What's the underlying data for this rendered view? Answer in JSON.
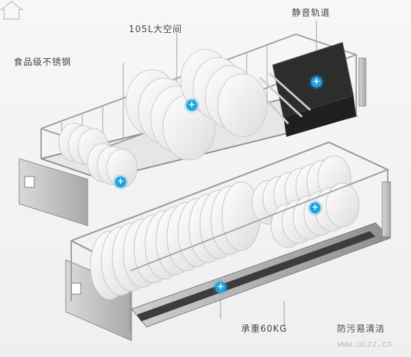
{
  "callouts": {
    "rail": "静音轨道",
    "capacity": "105L大空间",
    "material": "食品级不锈钢",
    "load": "承重60KG",
    "clean": "防污易清洁"
  },
  "hotspot_symbol": "+",
  "watermark": "www.uczz.cn",
  "colors": {
    "hotspot": "#1aa3e8",
    "steel": "#9aa0a6",
    "plate": "#ffffff",
    "dark_panel": "#2b2b2b"
  }
}
